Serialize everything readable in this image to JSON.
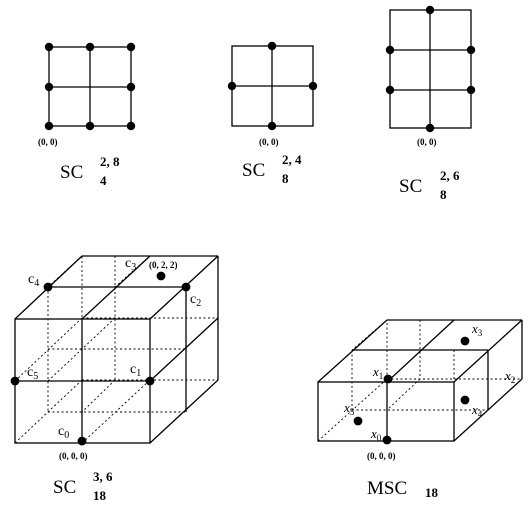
{
  "labels": {
    "origin_2d": "(0, 0)",
    "origin_3d": "(0, 0, 0)",
    "c3_coord": "(0, 2, 2)",
    "sc_base": "SC",
    "msc_base": "MSC"
  },
  "figures": [
    {
      "id": "a",
      "base": "SC",
      "sup": "2, 8",
      "sub": "4"
    },
    {
      "id": "b",
      "base": "SC",
      "sup": "2, 4",
      "sub": "8"
    },
    {
      "id": "c",
      "base": "SC",
      "sup": "2, 6",
      "sub": "8"
    },
    {
      "id": "d",
      "base": "SC",
      "sup": "3, 6",
      "sub": "18"
    },
    {
      "id": "e",
      "base": "MSC",
      "sup": "",
      "sub": "18"
    }
  ],
  "point_labels_sc": {
    "c0": {
      "letter": "c",
      "sub": "0"
    },
    "c1": {
      "letter": "c",
      "sub": "1"
    },
    "c2": {
      "letter": "c",
      "sub": "2"
    },
    "c3": {
      "letter": "c",
      "sub": "3"
    },
    "c4": {
      "letter": "c",
      "sub": "4"
    },
    "c5": {
      "letter": "c",
      "sub": "5"
    }
  },
  "point_labels_msc": {
    "x0": {
      "letter": "x",
      "sub": "0"
    },
    "x1": {
      "letter": "x",
      "sub": "1"
    },
    "x2": {
      "letter": "x",
      "sub": "2"
    },
    "x3": {
      "letter": "x",
      "sub": "3"
    },
    "x4": {
      "letter": "x",
      "sub": "4"
    },
    "x5": {
      "letter": "x",
      "sub": "5"
    }
  }
}
